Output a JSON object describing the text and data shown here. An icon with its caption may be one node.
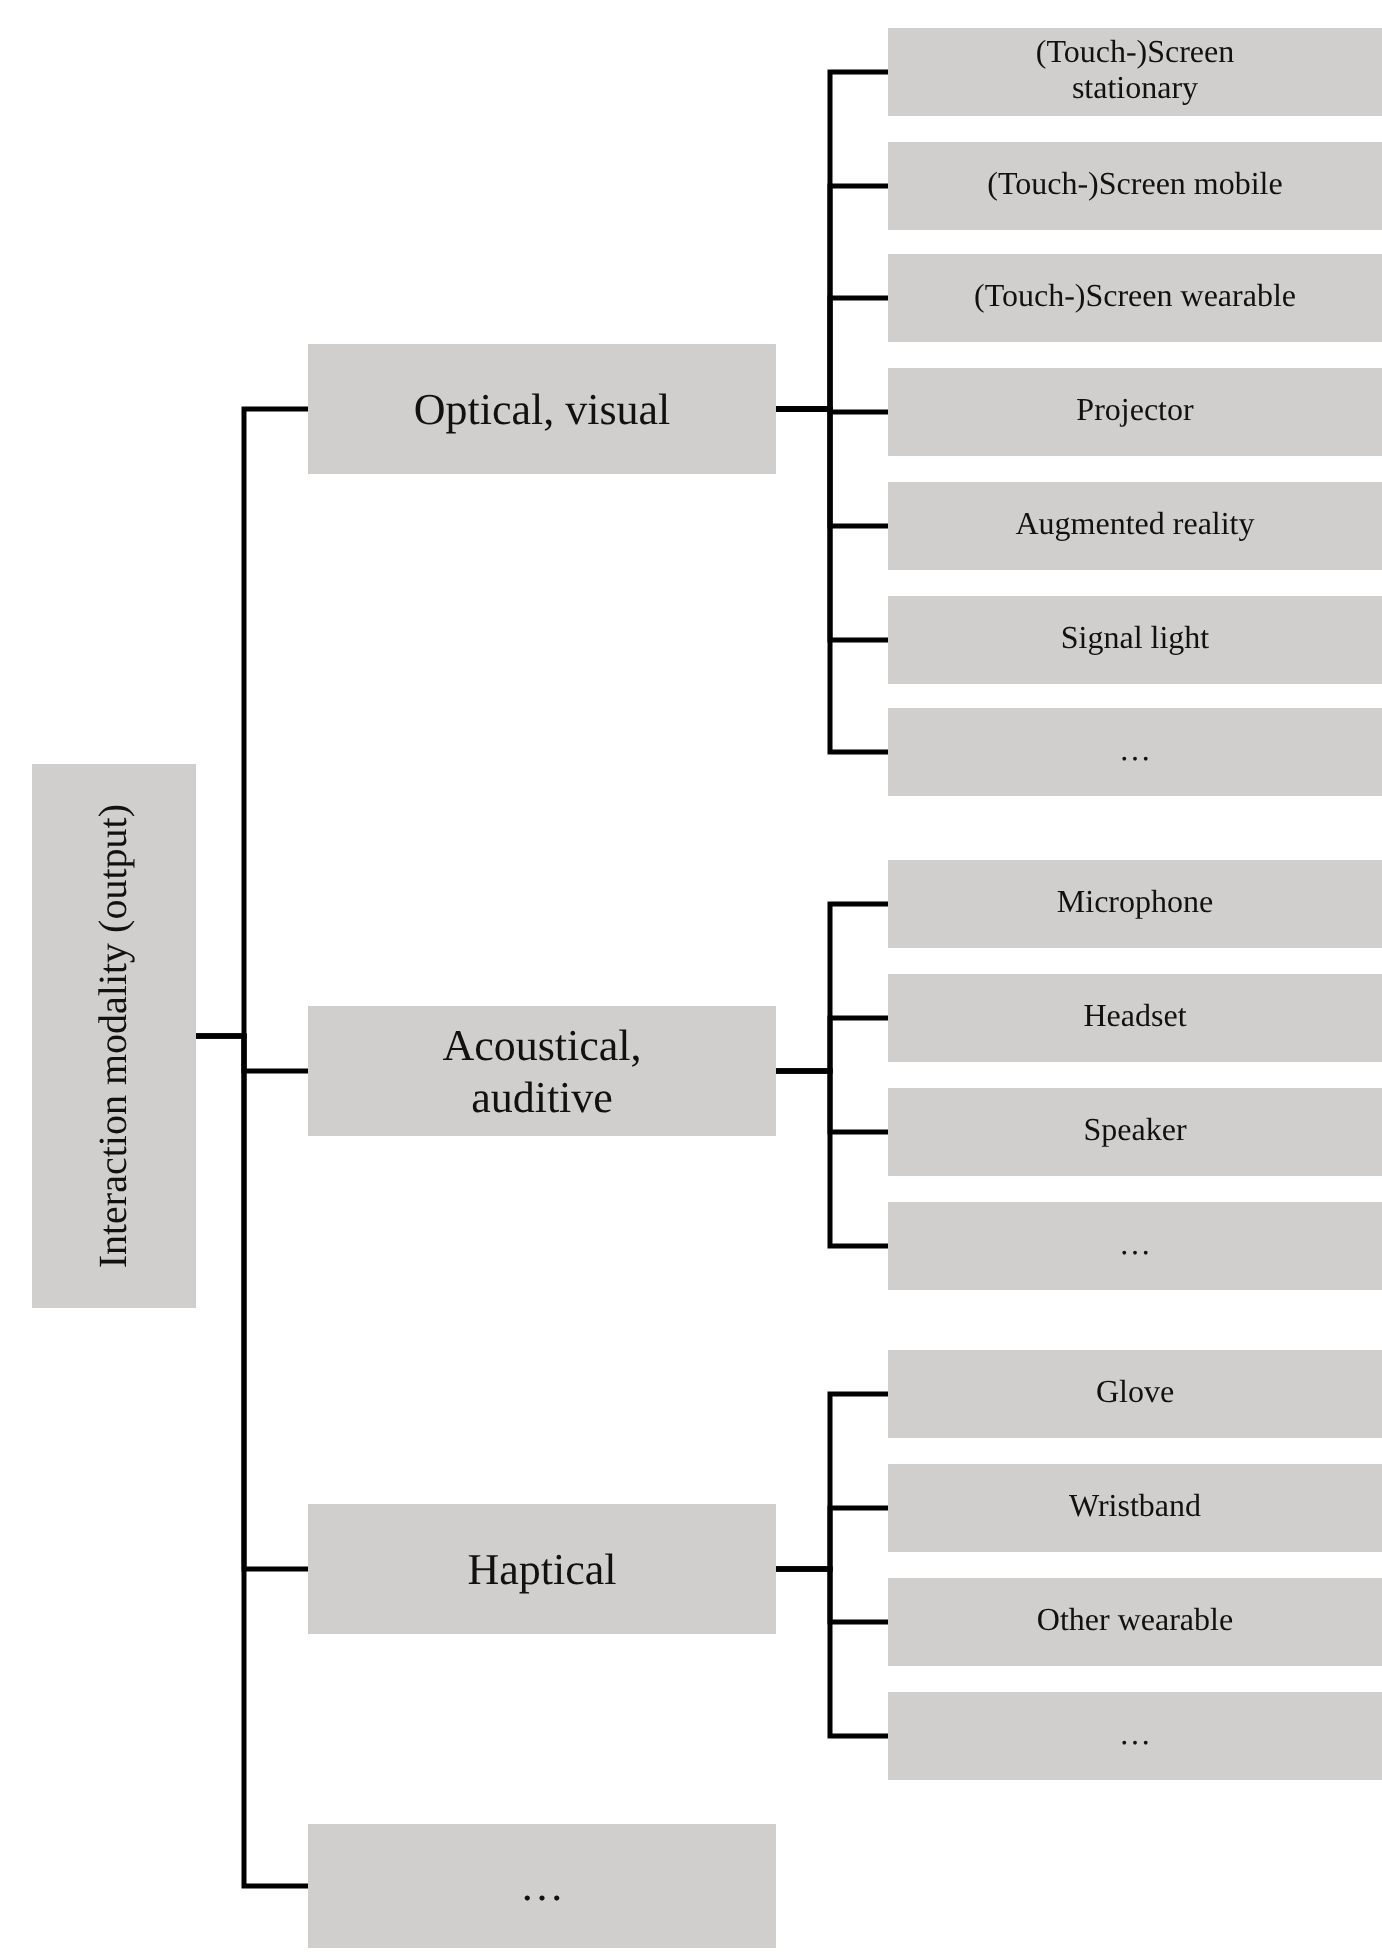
{
  "diagram": {
    "nodes": [
      {
        "text": [
          "Interaction modality (output)"
        ]
      },
      {
        "text": [
          "Optical, visual"
        ]
      },
      {
        "text": [
          "(Touch-)Screen stationary"
        ]
      },
      {
        "text": [
          "(Touch-)Screen mobile"
        ]
      },
      {
        "text": [
          "(Touch-)Screen wearable"
        ]
      },
      {
        "text": [
          "Projector"
        ]
      },
      {
        "text": [
          "Augmented reality"
        ]
      },
      {
        "text": [
          "Signal light"
        ]
      },
      {
        "text": [
          "…"
        ]
      },
      {
        "text": [
          "Acoustical, auditive"
        ]
      },
      {
        "text": [
          "Microphone"
        ]
      },
      {
        "text": [
          "Headset"
        ]
      },
      {
        "text": [
          "Speaker"
        ]
      },
      {
        "text": [
          "…"
        ]
      },
      {
        "text": [
          "Haptical"
        ]
      },
      {
        "text": [
          "Glove"
        ]
      },
      {
        "text": [
          "Wristband"
        ]
      },
      {
        "text": [
          "Other wearable"
        ]
      },
      {
        "text": [
          "…"
        ]
      },
      {
        "text": [
          "…"
        ]
      }
    ],
    "edges": [
      {
        "from": 0,
        "to": 1,
        "arrow": "none"
      },
      {
        "from": 0,
        "to": 9,
        "arrow": "none"
      },
      {
        "from": 0,
        "to": 14,
        "arrow": "none"
      },
      {
        "from": 0,
        "to": 19,
        "arrow": "none"
      },
      {
        "from": 1,
        "to": 2,
        "arrow": "none"
      },
      {
        "from": 1,
        "to": 3,
        "arrow": "none"
      },
      {
        "from": 1,
        "to": 4,
        "arrow": "none"
      },
      {
        "from": 1,
        "to": 5,
        "arrow": "none"
      },
      {
        "from": 1,
        "to": 6,
        "arrow": "none"
      },
      {
        "from": 1,
        "to": 7,
        "arrow": "none"
      },
      {
        "from": 1,
        "to": 8,
        "arrow": "none"
      },
      {
        "from": 9,
        "to": 10,
        "arrow": "none"
      },
      {
        "from": 9,
        "to": 11,
        "arrow": "none"
      },
      {
        "from": 9,
        "to": 12,
        "arrow": "none"
      },
      {
        "from": 9,
        "to": 13,
        "arrow": "none"
      },
      {
        "from": 14,
        "to": 15,
        "arrow": "none"
      },
      {
        "from": 14,
        "to": 16,
        "arrow": "none"
      },
      {
        "from": 14,
        "to": 17,
        "arrow": "none"
      },
      {
        "from": 14,
        "to": 18,
        "arrow": "none"
      }
    ]
  }
}
